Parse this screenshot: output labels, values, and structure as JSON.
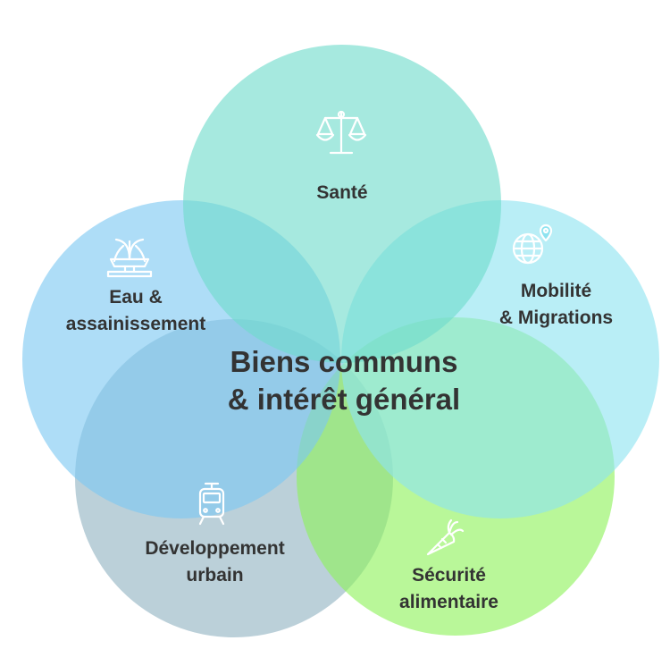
{
  "center": {
    "line1": "Biens communs",
    "line2": "& intérêt général"
  },
  "sections": {
    "sante": {
      "line1": "Santé",
      "icon": "scales-icon",
      "color": "#6fdccc"
    },
    "mobilite": {
      "line1": "Mobilité",
      "line2": "& Migrations",
      "icon": "globe-pin-icon",
      "color": "#8ee3f0"
    },
    "securite": {
      "line1": "Sécurité",
      "line2": "alimentaire",
      "icon": "carrot-icon",
      "color": "#8ef25a"
    },
    "developpement": {
      "line1": "Développement",
      "line2": "urbain",
      "icon": "tram-icon",
      "color": "#97b7c4"
    },
    "eau": {
      "line1": "Eau &",
      "line2": "assainissement",
      "icon": "fountain-icon",
      "color": "#7cc8f2"
    }
  }
}
